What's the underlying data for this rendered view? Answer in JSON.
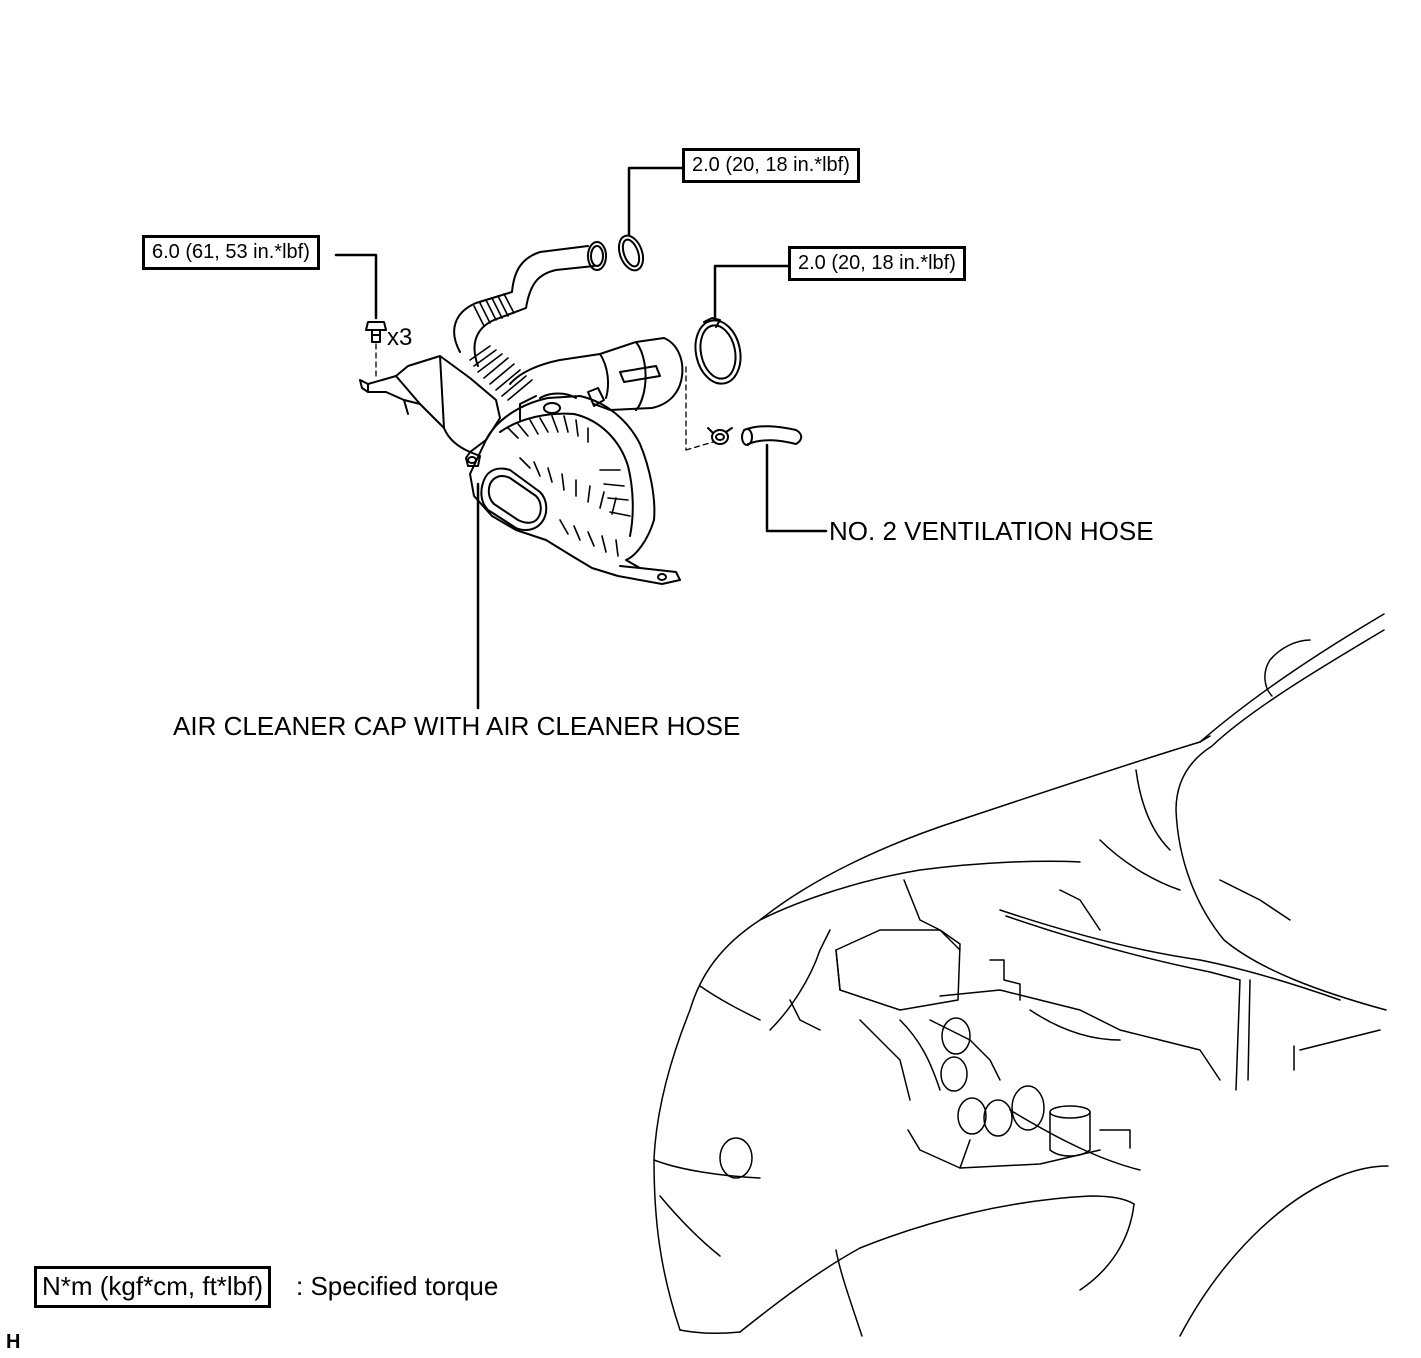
{
  "torque_labels": {
    "bolt": "6.0 (61, 53 in.*lbf)",
    "clamp_upper": "2.0 (20, 18 in.*lbf)",
    "clamp_right": "2.0 (20, 18 in.*lbf)"
  },
  "quantity": "x3",
  "part_labels": {
    "ventilation_hose": "NO. 2 VENTILATION HOSE",
    "air_cleaner": "AIR CLEANER CAP WITH AIR CLEANER HOSE"
  },
  "legend": {
    "unit": "N*m (kgf*cm, ft*lbf)",
    "description": ": Specified torque"
  },
  "corner_mark": "H"
}
